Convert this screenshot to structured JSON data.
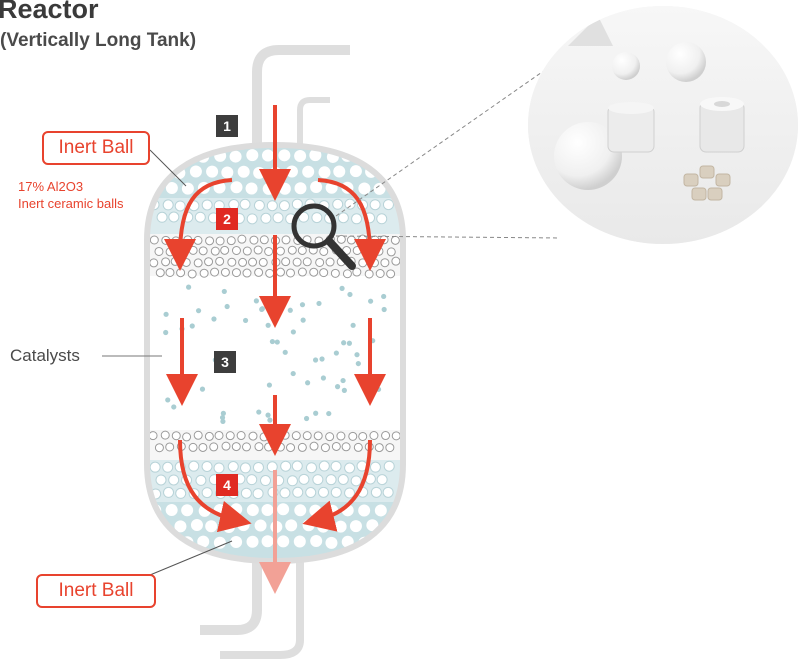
{
  "header": {
    "title": "Reactor",
    "subtitle": "(Vertically Long Tank)"
  },
  "callouts": {
    "top_label": "Inert Ball",
    "top_note_line1": "17% Al2O3",
    "top_note_line2": "Inert ceramic balls",
    "bottom_label": "Inert Ball",
    "catalysts_label": "Catalysts"
  },
  "steps": [
    "1",
    "2",
    "3",
    "4"
  ],
  "icons": {
    "magnifier": "magnifier-icon"
  },
  "colors": {
    "accent": "#e8432e",
    "zone_blue": "#c8e0e4",
    "vessel_gray": "#dcdcdc",
    "catalyst_dot": "#a9cdd2"
  }
}
